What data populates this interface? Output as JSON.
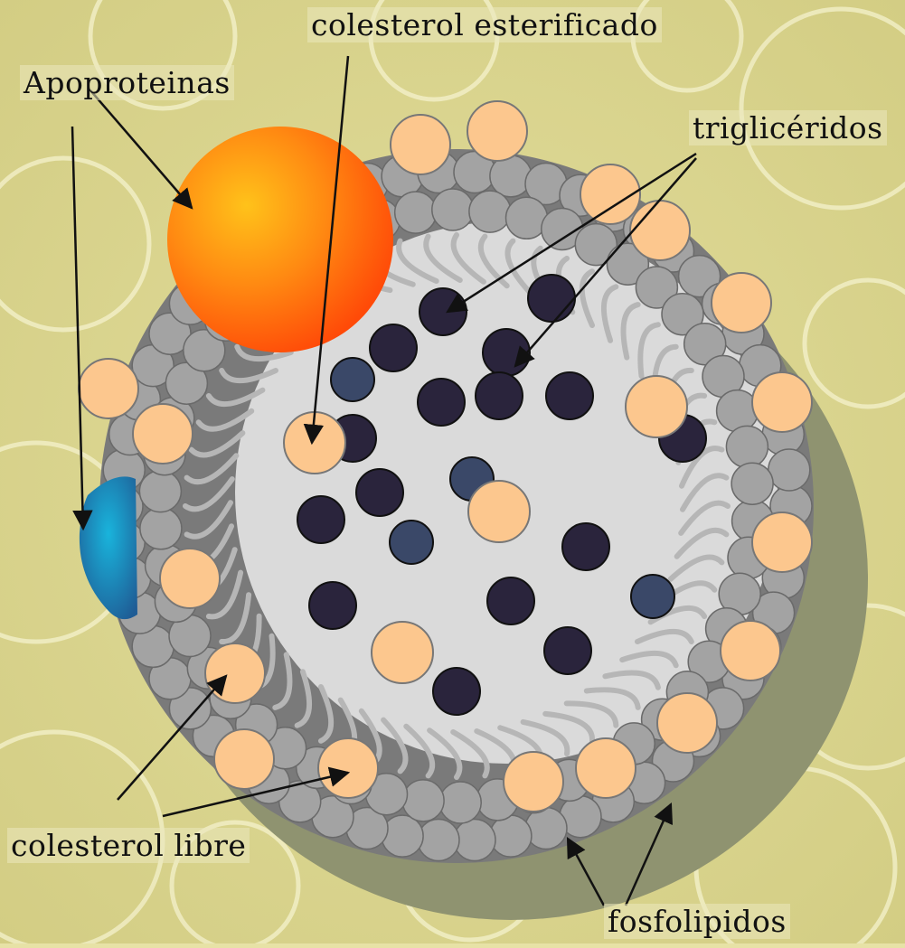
{
  "labels": {
    "esterified_cholesterol": "colesterol esterificado",
    "apoproteins": "Apoproteinas",
    "triglycerides": "triglicéridos",
    "free_cholesterol": "colesterol libre",
    "phospholipids": "fosfolipidos"
  },
  "colors": {
    "background": "#e7e2a6",
    "particle_shadow": "#8f9370",
    "shell": "#7a7a7a",
    "core": "#dadada",
    "phospholipid_head": "#a3a3a3",
    "cholesterol": "#fcc78e",
    "triglyceride": "#2a243c",
    "cholesterol_ester_dark": "#3a4868",
    "apoprotein_orange": "#ff7a10",
    "apoprotein_blue": "#2288b8"
  }
}
